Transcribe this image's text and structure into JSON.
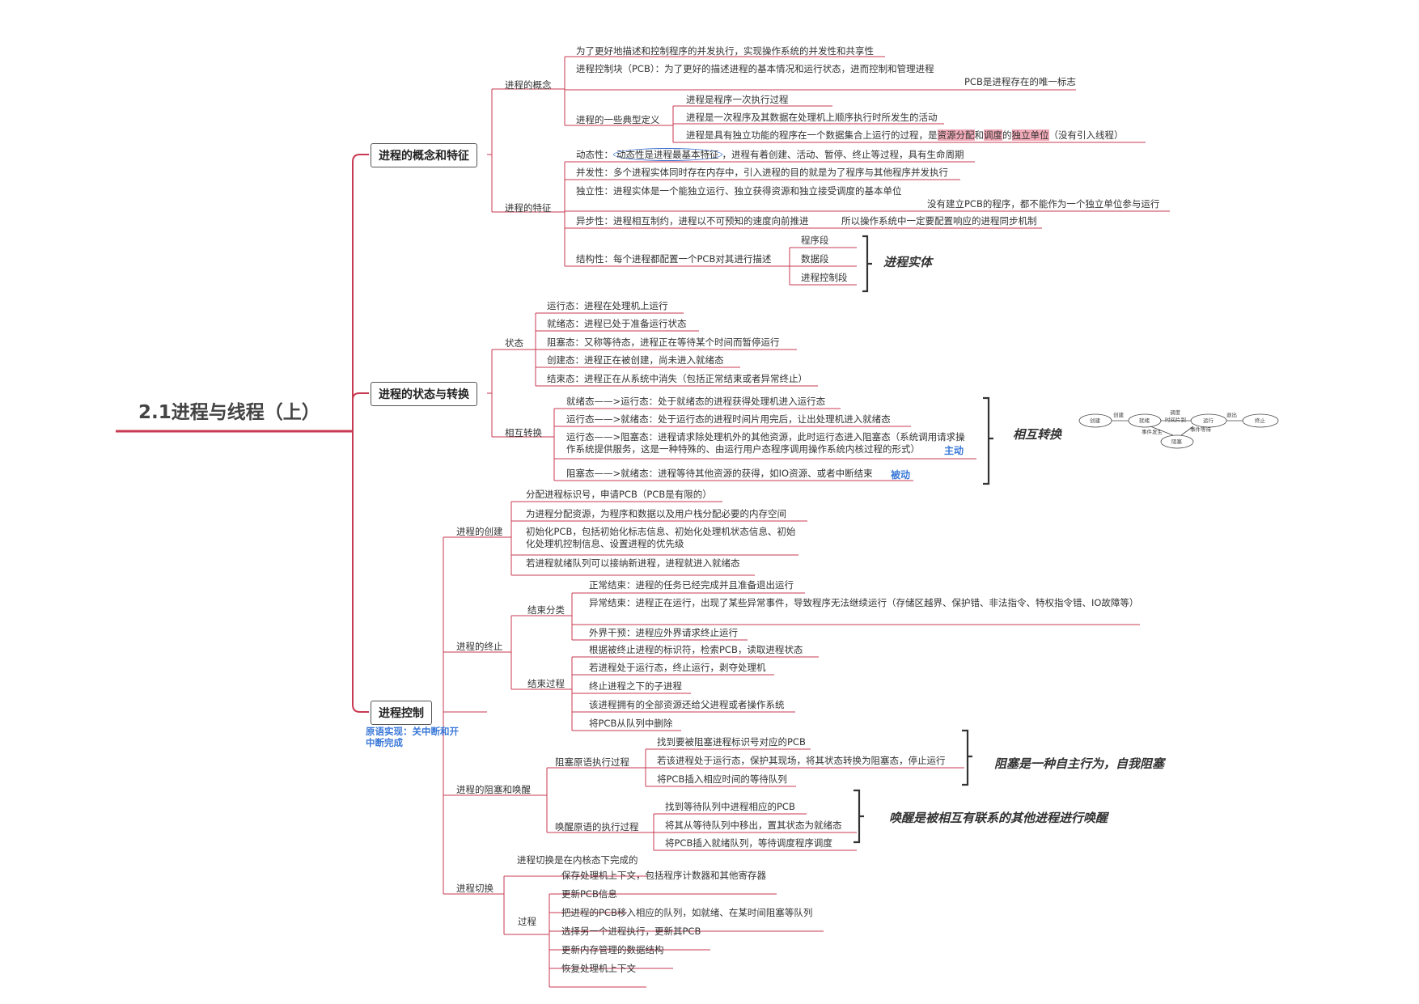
{
  "title": "2.1进程与线程（上）",
  "colors": {
    "branch": "#c83a52",
    "text": "#333333",
    "highlight": "#f2aab8",
    "blue": "#3a78d8"
  },
  "b1": {
    "label": "进程的概念和特征",
    "concept": {
      "label": "进程的概念",
      "a": "为了更好地描述和控制程序的并发执行，实现操作系统的并发性和共享性",
      "b": "进程控制块（PCB）：为了更好的描述进程的基本情况和运行状态，进而控制和管理进程",
      "b_note": "PCB是进程存在的唯一标志",
      "defs": {
        "label": "进程的一些典型定义",
        "d1": "进程是程序一次执行过程",
        "d2": "进程是一次程序及其数据在处理机上顺序执行时所发生的活动",
        "d3_pre": "进程是具有独立功能的程序在一个数据集合上运行的过程，是",
        "d3_h1": "资源分配",
        "d3_mid1": "和",
        "d3_h2": "调度",
        "d3_mid2": "的",
        "d3_h3": "独立单位",
        "d3_post": "（没有引入线程）"
      }
    },
    "features": {
      "label": "进程的特征",
      "f1_a": "动态性：",
      "f1_b": "动态性是进程最基本特征",
      "f1_c": "，进程有着创建、活动、暂停、终止等过程，具有生命周期",
      "f2": "并发性：多个进程实体同时存在内存中，引入进程的目的就是为了程序与其他程序并发执行",
      "f3": "独立性：进程实体是一个能独立运行、独立获得资源和独立接受调度的基本单位",
      "f3_note": "没有建立PCB的程序，都不能作为一个独立单位参与运行",
      "f4": "异步性：进程相互制约，进程以不可预知的速度向前推进",
      "f4_note": "所以操作系统中一定要配置响应的进程同步机制",
      "f5": "结构性：每个进程都配置一个PCB对其进行描述",
      "f5_items": [
        "程序段",
        "数据段",
        "进程控制段"
      ],
      "f5_note": "进程实体"
    }
  },
  "b2": {
    "label": "进程的状态与转换",
    "states": {
      "label": "状态",
      "items": [
        "运行态：进程在处理机上运行",
        "就绪态：进程已处于准备运行状态",
        "阻塞态：又称等待态，进程正在等待某个时间而暂停运行",
        "创建态：进程正在被创建，尚未进入就绪态",
        "结束态：进程正在从系统中消失（包括正常结束或者异常终止）"
      ]
    },
    "trans": {
      "label": "相互转换",
      "t1": "就绪态——>运行态：处于就绪态的进程获得处理机进入运行态",
      "t2": "运行态——>就绪态：处于运行态的进程时间片用完后，让出处理机进入就绪态",
      "t3": "运行态——>阻塞态：进程请求除处理机外的其他资源，此时运行态进入阻塞态（系统调用请求操作系统提供服务，这是一种特殊的、由运行用户态程序调用操作系统内核过程的形式）",
      "t3_tag": "主动",
      "t4": "阻塞态——>就绪态：进程等待其他资源的获得，如IO资源、或者中断结束",
      "t4_tag": "被动",
      "note": "相互转换",
      "diagram": {
        "nodes": [
          "创建",
          "就绪",
          "运行",
          "终止",
          "阻塞"
        ],
        "labels": [
          "创建",
          "调度",
          "时间片到",
          "退出",
          "事件发生",
          "事件等待"
        ]
      }
    }
  },
  "b3": {
    "label": "进程控制",
    "note": "原语实现：关中断和开中断完成",
    "create": {
      "label": "进程的创建",
      "items": [
        "分配进程标识号，申请PCB（PCB是有限的）",
        "为进程分配资源，为程序和数据以及用户栈分配必要的内存空间",
        "初始化PCB，包括初始化标志信息、初始化处理机状态信息、初始化处理机控制信息、设置进程的优先级",
        "若进程就绪队列可以接纳新进程，进程就进入就绪态"
      ]
    },
    "end": {
      "label": "进程的终止",
      "cls": {
        "label": "结束分类",
        "items": [
          "正常结束：进程的任务已经完成并且准备退出运行",
          "异常结束：进程正在运行，出现了某些异常事件，导致程序无法继续运行（存储区越界、保护错、非法指令、特权指令错、IO故障等）",
          "外界干预：进程应外界请求终止运行"
        ]
      },
      "proc": {
        "label": "结束过程",
        "items": [
          "根据被终止进程的标识符，检索PCB，读取进程状态",
          "若进程处于运行态，终止运行，剥夺处理机",
          "终止进程之下的子进程",
          "该进程拥有的全部资源还给父进程或者操作系统",
          "将PCB从队列中删除"
        ]
      }
    },
    "block": {
      "label": "进程的阻塞和唤醒",
      "blk": {
        "label": "阻塞原语执行过程",
        "items": [
          "找到要被阻塞进程标识号对应的PCB",
          "若该进程处于运行态，保护其现场，将其状态转换为阻塞态，停止运行",
          "将PCB插入相应时间的等待队列"
        ],
        "note": "阻塞是一种自主行为，自我阻塞"
      },
      "wake": {
        "label": "唤醒原语的执行过程",
        "items": [
          "找到等待队列中进程相应的PCB",
          "将其从等待队列中移出，置其状态为就绪态",
          "将PCB插入就绪队列，等待调度程序调度"
        ],
        "note": "唤醒是被相互有联系的其他进程进行唤醒"
      }
    },
    "switch": {
      "label": "进程切换",
      "first": "进程切换是在内核态下完成的",
      "proc": {
        "label": "过程",
        "items": [
          "保存处理机上下文，包括程序计数器和其他寄存器",
          "更新PCB信息",
          "把进程的PCB移入相应的队列，如就绪、在某时间阻塞等队列",
          "选择另一个进程执行，更新其PCB",
          "更新内存管理的数据结构",
          "恢复处理机上下文"
        ]
      }
    }
  }
}
